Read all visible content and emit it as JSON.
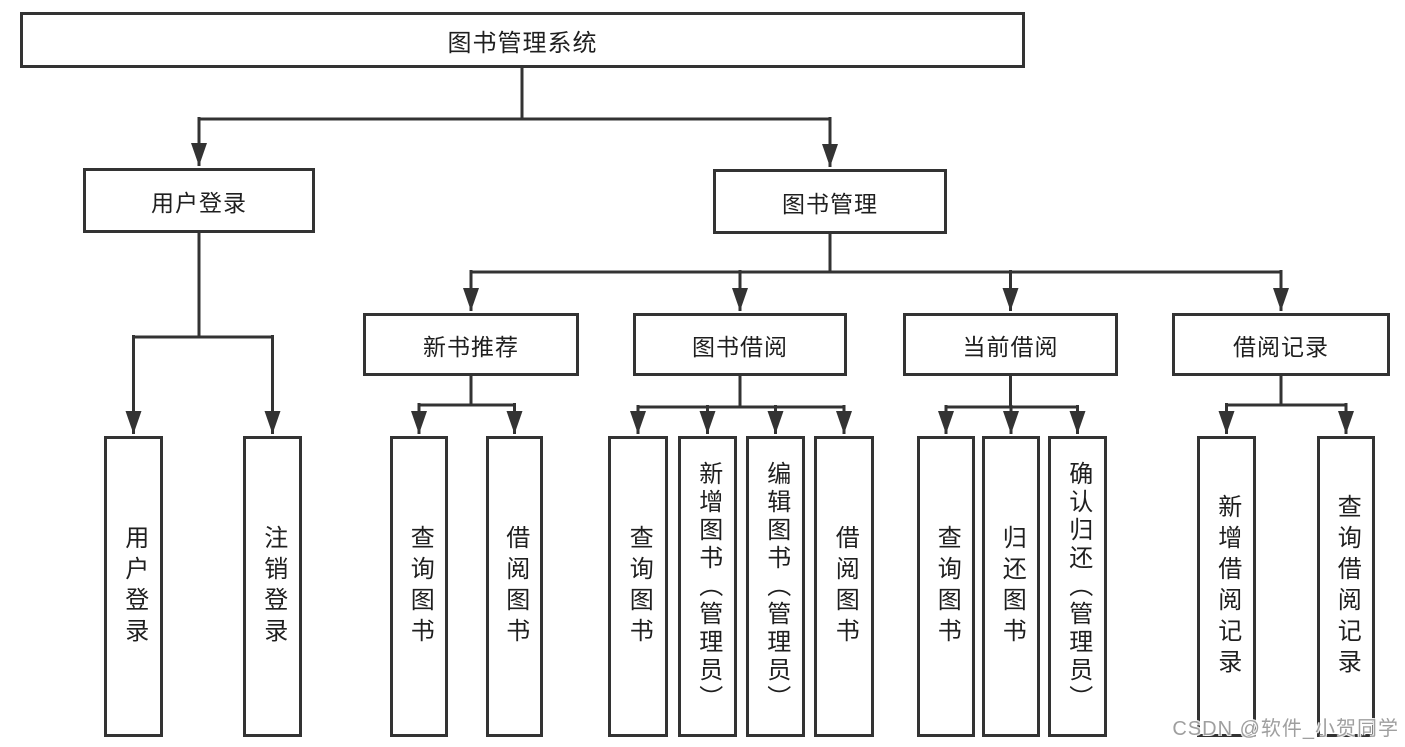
{
  "diagram": {
    "watermark": "CSDN @软件_小贺同学",
    "colors": {
      "line": "#333333",
      "box_border": "#333333",
      "text": "#1f1f1f",
      "watermark": "#9f9f9f",
      "background": "#ffffff"
    },
    "tree": {
      "label": "图书管理系统",
      "children": [
        {
          "label": "用户登录",
          "children": [
            {
              "label": "用户登录"
            },
            {
              "label": "注销登录"
            }
          ]
        },
        {
          "label": "图书管理",
          "children": [
            {
              "label": "新书推荐",
              "children": [
                {
                  "label": "查询图书"
                },
                {
                  "label": "借阅图书"
                }
              ]
            },
            {
              "label": "图书借阅",
              "children": [
                {
                  "label": "查询图书"
                },
                {
                  "label": "新增图书（管理员）"
                },
                {
                  "label": "编辑图书（管理员）"
                },
                {
                  "label": "借阅图书"
                }
              ]
            },
            {
              "label": "当前借阅",
              "children": [
                {
                  "label": "查询图书"
                },
                {
                  "label": "归还图书"
                },
                {
                  "label": "确认归还（管理员）"
                }
              ]
            },
            {
              "label": "借阅记录",
              "children": [
                {
                  "label": "新增借阅记录"
                },
                {
                  "label": "查询借阅记录"
                }
              ]
            }
          ]
        }
      ]
    }
  }
}
